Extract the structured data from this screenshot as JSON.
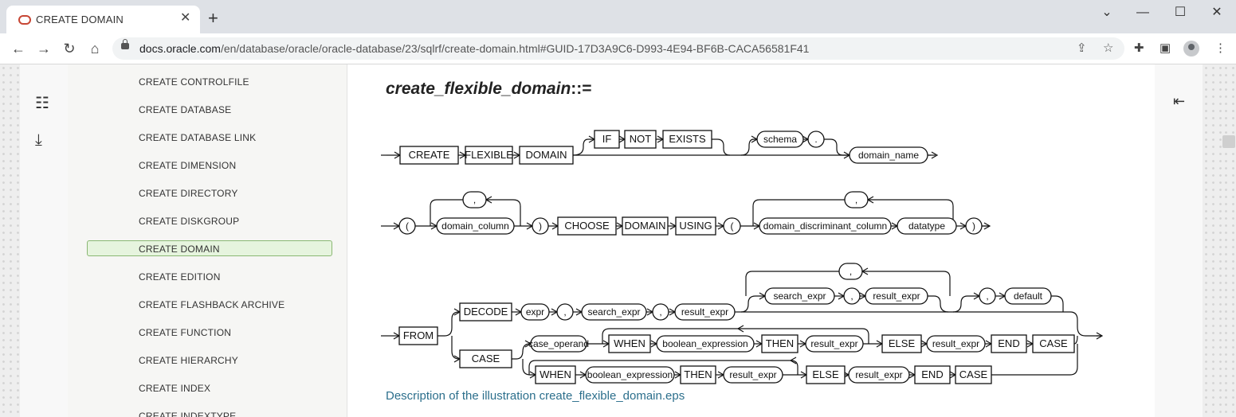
{
  "browser": {
    "tab_title": "CREATE DOMAIN",
    "tab_close": "✕",
    "new_tab": "+",
    "url_host": "docs.oracle.com",
    "url_path": "/en/database/oracle/oracle-database/23/sqlrf/create-domain.html#GUID-17D3A9C6-D993-4E94-BF6B-CACA56581F41"
  },
  "sidebar": {
    "items": [
      "CREATE CONTROLFILE",
      "CREATE DATABASE",
      "CREATE DATABASE LINK",
      "CREATE DIMENSION",
      "CREATE DIRECTORY",
      "CREATE DISKGROUP",
      "CREATE DOMAIN",
      "CREATE EDITION",
      "CREATE FLASHBACK ARCHIVE",
      "CREATE FUNCTION",
      "CREATE HIERARCHY",
      "CREATE INDEX",
      "CREATE INDEXTYPE"
    ],
    "active": "CREATE DOMAIN"
  },
  "content": {
    "heading": "create_flexible_domain",
    "heading_suffix": "::=",
    "description_link": "Description of the illustration create_flexible_domain.eps"
  },
  "diagram": {
    "comma": ",",
    "dot": ".",
    "lparen": "(",
    "rparen": ")",
    "create": "CREATE",
    "flexible": "FLEXIBLE",
    "domain": "DOMAIN",
    "if": "IF",
    "not": "NOT",
    "exists": "EXISTS",
    "schema": "schema",
    "domain_name": "domain_name",
    "domain_column": "domain_column",
    "choose": "CHOOSE",
    "using": "USING",
    "domain_discriminant_column": "domain_discriminant_column",
    "datatype": "datatype",
    "from": "FROM",
    "decode": "DECODE",
    "expr": "expr",
    "search_expr": "search_expr",
    "result_expr": "result_expr",
    "default": "default",
    "case": "CASE",
    "case_operand": "case_operand",
    "when": "WHEN",
    "boolean_expression": "boolean_expression",
    "then": "THEN",
    "else": "ELSE",
    "end": "END"
  }
}
